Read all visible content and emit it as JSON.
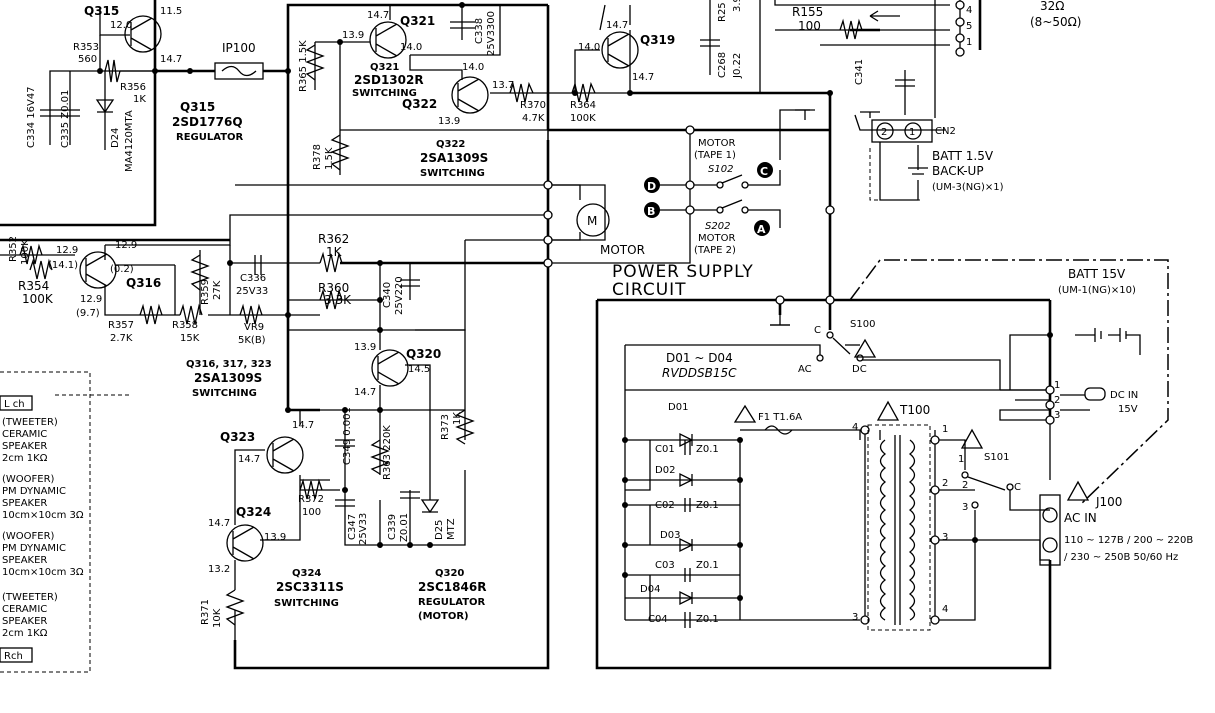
{
  "title": {
    "line1": "POWER SUPPLY",
    "line2": "CIRCUIT"
  },
  "transistors": {
    "q315": {
      "ref": "Q315",
      "v1": "12.0",
      "v2": "11.5",
      "v3": "14.7",
      "part": "2SD1776Q",
      "func": "REGULATOR"
    },
    "q321": {
      "ref": "Q321",
      "v1": "13.9",
      "v2": "14.7",
      "v3": "14.0",
      "part": "2SD1302R",
      "func": "SWITCHING"
    },
    "q322": {
      "ref": "Q322",
      "v1": "14.0",
      "v2": "13.7",
      "v3": "13.9",
      "part": "2SA1309S",
      "func": "SWITCHING"
    },
    "q319": {
      "ref": "Q319",
      "v1": "14.0",
      "v2": "14.7",
      "v3": "14.7"
    },
    "q316": {
      "ref": "Q316",
      "v1": "12.9",
      "v2": "(14.1)",
      "v3": "(0.2)",
      "v4": "12.9",
      "v5": "(9.7)"
    },
    "q320": {
      "ref": "Q320",
      "v1": "13.9",
      "v2": "14.5",
      "v3": "14.7",
      "part": "2SC1846R",
      "func": "REGULATOR",
      "func2": "(MOTOR)"
    },
    "q323": {
      "ref": "Q323",
      "v1": "14.7",
      "v2": "14.7"
    },
    "q324": {
      "ref": "Q324",
      "v1": "14.7",
      "v2": "13.9",
      "v3": "13.2",
      "part": "2SC3311S",
      "func": "SWITCHING"
    },
    "q316group": {
      "parts": "Q316, 317, 323",
      "part": "2SA1309S",
      "func": "SWITCHING"
    }
  },
  "parts": {
    "ip100": "IP100",
    "r353": "R353",
    "r353v": "560",
    "r356": "R356",
    "r356v": "1K",
    "c334": "C334 16V47",
    "c335": "C335 Z0.01",
    "d24": "D24",
    "d24v": "MA4120MTA",
    "r365": "R365 1.5K",
    "r378": "R378",
    "r378v": "1.5K",
    "c338": "C338",
    "c338v": "25V3300",
    "r370": "R370",
    "r370v": "4.7K",
    "r364": "R364",
    "r364v": "100K",
    "r25": "R25",
    "r25v": "3.9",
    "c268": "C268",
    "c268v": "J0.22",
    "r155": "R155",
    "r155v": "100",
    "c341": "C341",
    "spk": "32Ω",
    "spk2": "(8~50Ω)",
    "r352": "R352",
    "r352v": "100K",
    "r354": "R354",
    "r354v": "100K",
    "r362": "R362",
    "r362v": "1K",
    "r359": "R359",
    "r359v": "27K",
    "c336": "C336",
    "c336v": "25V33",
    "r360": "R360",
    "r360v": "3.3K",
    "c340": "C340",
    "c340v": "25V220",
    "r357": "R357",
    "r357v": "2.7K",
    "r358": "R358",
    "r358v": "15K",
    "vr9": "VR9",
    "vr9v": "5K(B)",
    "c349": "C349 0.001",
    "r363": "R363 220K",
    "r373": "R373",
    "r373v": "1K",
    "r372": "R372",
    "r372v": "100",
    "c347": "C347",
    "c347v": "25V33",
    "c339": "C339",
    "c339v": "Z0.01",
    "d25": "D25",
    "d25v": "MTZ",
    "r371": "R371",
    "r371v": "10K",
    "motor": "MOTOR",
    "motor_m": "M"
  },
  "switches": {
    "s102": {
      "l1": "MOTOR",
      "l2": "(TAPE 1)",
      "l3": "S102"
    },
    "s202": {
      "l1": "S202",
      "l2": "MOTOR",
      "l3": "(TAPE 2)"
    },
    "s100": "S100",
    "s101": "S101",
    "c": "C",
    "ac": "AC",
    "dc": "DC"
  },
  "markers": {
    "a": "A",
    "b": "B",
    "c": "C",
    "d": "D"
  },
  "battery": {
    "cn2": "CN2",
    "p1": "1",
    "p2": "2",
    "backup1": "BATT 1.5V",
    "backup2": "BACK-UP",
    "backup3": "(UM-3(NG)×1)",
    "main1": "BATT 15V",
    "main2": "(UM-1(NG)×10)"
  },
  "dcin": {
    "l1": "DC IN",
    "l2": "15V",
    "p1": "1",
    "p2": "2",
    "p3": "3"
  },
  "rectifier": {
    "hdr1": "D01 ~ D04",
    "hdr2": "RVDDSB15C",
    "d01": "D01",
    "d02": "D02",
    "d03": "D03",
    "d04": "D04",
    "c01": "C01",
    "c02": "C02",
    "c03": "C03",
    "c04": "C04",
    "cv": "Z0.1",
    "f1": "F1 T1.6A",
    "t100": "T100"
  },
  "transformer": {
    "n1": "1",
    "n2": "2",
    "n3": "3",
    "n4": "4",
    "n1r": "1",
    "n2r": "2",
    "n3r": "3",
    "n4r": "4"
  },
  "acin": {
    "j100": "J100",
    "l1": "AC IN",
    "l2": "110 ~ 127B / 200 ~ 220B",
    "l3": "/ 230 ~ 250B  50/60 Hz",
    "s1": "1",
    "s2": "2",
    "s3": "3",
    "sc": "C"
  },
  "pins": {
    "p4": "4",
    "p5": "5",
    "p1": "1"
  },
  "speakers": {
    "lch": "L ch",
    "t1": "(TWEETER)",
    "t1a": "CERAMIC",
    "t1b": "SPEAKER",
    "t1c": "2cm 1KΩ",
    "w1": "(WOOFER)",
    "w1a": "PM DYNAMIC",
    "w1b": "SPEAKER",
    "w1c": "10cm×10cm 3Ω",
    "w2": "(WOOFER)",
    "w2a": "PM DYNAMIC",
    "w2b": "SPEAKER",
    "w2c": "10cm×10cm 3Ω",
    "t2": "(TWEETER)",
    "t2a": "CERAMIC",
    "t2b": "SPEAKER",
    "t2c": "2cm 1KΩ",
    "rch": "Rch"
  }
}
